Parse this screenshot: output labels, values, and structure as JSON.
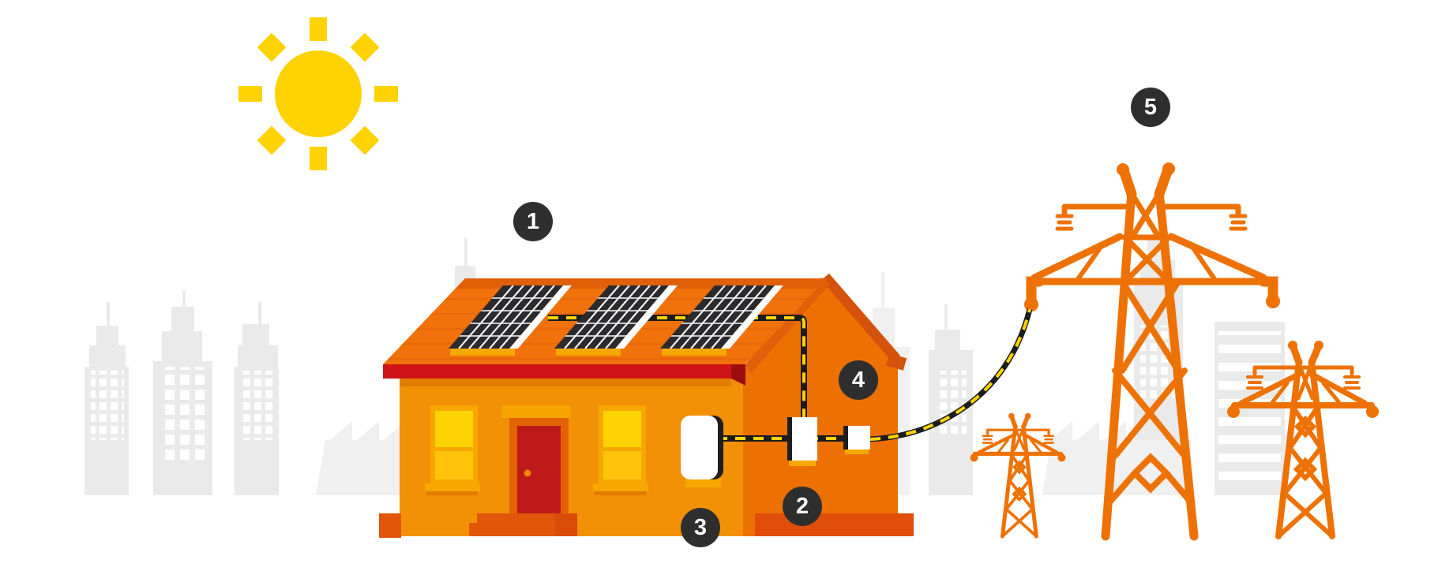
{
  "badges": [
    {
      "label": "1",
      "marks": "solar-panels"
    },
    {
      "label": "2",
      "marks": "inverter"
    },
    {
      "label": "3",
      "marks": "battery-unit"
    },
    {
      "label": "4",
      "marks": "electricity-meter"
    },
    {
      "label": "5",
      "marks": "transmission-tower"
    }
  ],
  "colors": {
    "background": "#ffffff",
    "sun": "#FFD201",
    "badge_bg": "#2E2E2E",
    "badge_text": "#FFFFFF",
    "city_gray": "#EAEAEA",
    "city_gray_light": "#F0F0F0",
    "window_white": "#FFFFFF",
    "pylon_orange": "#EE7203",
    "roof_orange": "#F1710B",
    "roof_shade": "#E0600A",
    "roof_tile_line": "#E5650A",
    "roof_edge_dark": "#D4520C",
    "fascia_red": "#CF1418",
    "fascia_dark": "#9C0D10",
    "wall_front": "#F39106",
    "wall_side": "#ED7003",
    "wall_shadow": "#E37C00",
    "plinth": "#E2560A",
    "step_shadow": "#D94B07",
    "base_strip": "#E14E0B",
    "door_red": "#BF1A1A",
    "door_frame": "#E26300",
    "door_knob": "#F08300",
    "lintel_amber": "#F6A500",
    "window_amber": "#F6A800",
    "pane_yellow": "#FFD303",
    "pane_yellow_deep": "#FFC40A",
    "sill_shadow": "#E07A00",
    "panel_dark": "#2B2B2D",
    "panel_line": "#C8C8C8",
    "cable_black": "#1C1C1C",
    "cable_yellow": "#FFD200",
    "unit_edge": "#1E1E1E"
  }
}
